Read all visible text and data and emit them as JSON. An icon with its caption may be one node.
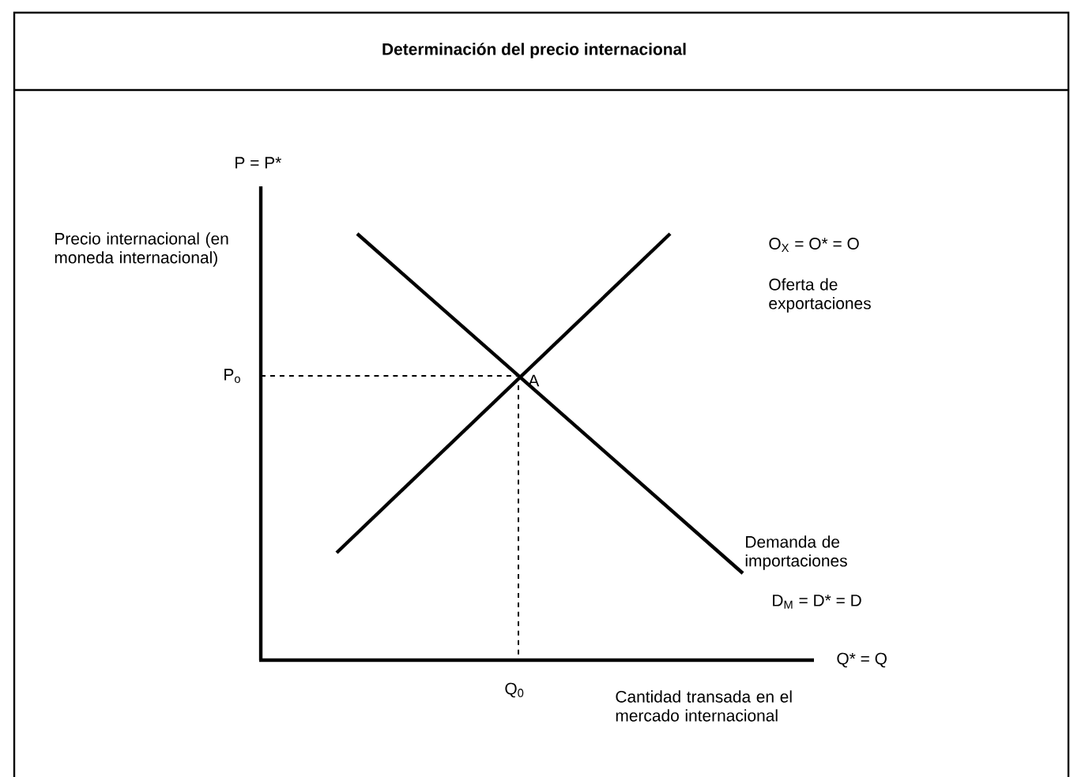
{
  "diagram": {
    "title": "Determinación del precio internacional",
    "labels": [
      "P = P*",
      "Precio internacional (en moneda internacional)",
      "O$_{X}$  = O* = O",
      "Oferta de exportaciones",
      "P$_{o}$",
      "A",
      "Demanda de importaciones",
      "D$_{M}$  = D* = D",
      "Q* = Q",
      "Q$_{0}$",
      "Cantidad transada en el mercado internacional"
    ]
  }
}
